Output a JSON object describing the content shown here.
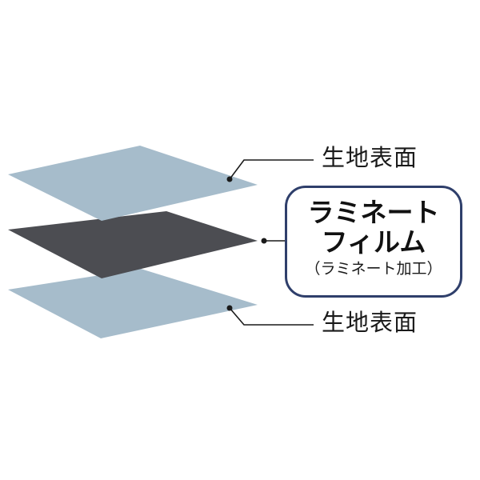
{
  "colors": {
    "fabric_layer": "#a6bccb",
    "film_layer": "#4c4d52",
    "leader_line": "#1a1a1a",
    "box_border": "#2f3f6b"
  },
  "labels": {
    "top_surface": "生地表面",
    "bottom_surface": "生地表面"
  },
  "film_box": {
    "line1": "ラミネート",
    "line2": "フィルム",
    "sub": "（ラミネート加工）"
  }
}
